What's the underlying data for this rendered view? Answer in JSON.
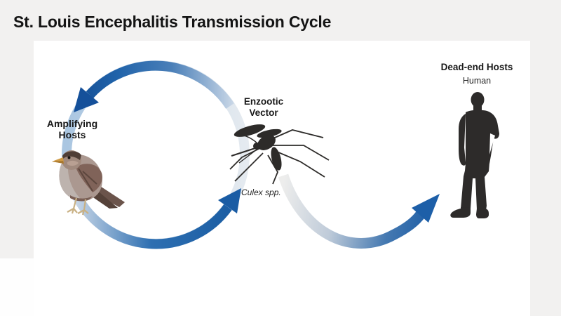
{
  "title": "St. Louis Encephalitis Transmission Cycle",
  "diagram": {
    "amplifying_hosts": {
      "line1": "Amplifying",
      "line2": "Hosts",
      "illustration": "house-sparrow-bird"
    },
    "enzootic_vector": {
      "line1": "Enzootic",
      "line2": "Vector",
      "species": "Culex spp.",
      "illustration": "mosquito"
    },
    "dead_end_hosts": {
      "title": "Dead-end Hosts",
      "subtitle": "Human",
      "illustration": "human-silhouette"
    },
    "flows": [
      {
        "from": "enzootic_vector",
        "to": "amplifying_hosts",
        "style": "cycle-arc-top-counterclockwise"
      },
      {
        "from": "amplifying_hosts",
        "to": "enzootic_vector",
        "style": "cycle-arc-bottom"
      },
      {
        "from": "enzootic_vector",
        "to": "dead_end_hosts",
        "style": "curved-swoosh-arrow"
      }
    ]
  },
  "colors": {
    "background": "#f2f1f0",
    "panel": "#ffffff",
    "arrow_dark_blue": "#15509a",
    "arrow_mid_blue": "#2e6fb1",
    "arrow_light_blue": "#c9d7e7",
    "silhouette": "#2d2b2a",
    "text": "#141414"
  }
}
